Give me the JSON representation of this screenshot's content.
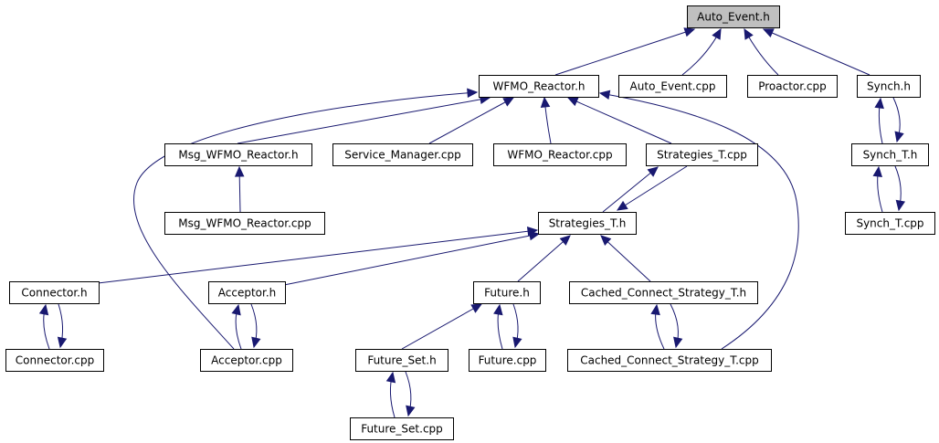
{
  "diagram": {
    "nodes": [
      {
        "id": "auto_event_h",
        "label": "Auto_Event.h",
        "highlight": true
      },
      {
        "id": "wfmo_reactor_h",
        "label": "WFMO_Reactor.h"
      },
      {
        "id": "auto_event_cpp",
        "label": "Auto_Event.cpp"
      },
      {
        "id": "proactor_cpp",
        "label": "Proactor.cpp"
      },
      {
        "id": "synch_h",
        "label": "Synch.h"
      },
      {
        "id": "msg_wfmo_reactor_h",
        "label": "Msg_WFMO_Reactor.h"
      },
      {
        "id": "service_manager_cpp",
        "label": "Service_Manager.cpp"
      },
      {
        "id": "wfmo_reactor_cpp",
        "label": "WFMO_Reactor.cpp"
      },
      {
        "id": "strategies_t_cpp",
        "label": "Strategies_T.cpp"
      },
      {
        "id": "synch_t_h",
        "label": "Synch_T.h"
      },
      {
        "id": "msg_wfmo_reactor_cpp",
        "label": "Msg_WFMO_Reactor.cpp"
      },
      {
        "id": "strategies_t_h",
        "label": "Strategies_T.h"
      },
      {
        "id": "synch_t_cpp",
        "label": "Synch_T.cpp"
      },
      {
        "id": "connector_h",
        "label": "Connector.h"
      },
      {
        "id": "acceptor_h",
        "label": "Acceptor.h"
      },
      {
        "id": "future_h",
        "label": "Future.h"
      },
      {
        "id": "cached_connect_strategy_t_h",
        "label": "Cached_Connect_Strategy_T.h"
      },
      {
        "id": "connector_cpp",
        "label": "Connector.cpp"
      },
      {
        "id": "acceptor_cpp",
        "label": "Acceptor.cpp"
      },
      {
        "id": "future_set_h",
        "label": "Future_Set.h"
      },
      {
        "id": "future_cpp",
        "label": "Future.cpp"
      },
      {
        "id": "cached_connect_strategy_t_cpp",
        "label": "Cached_Connect_Strategy_T.cpp"
      },
      {
        "id": "future_set_cpp",
        "label": "Future_Set.cpp"
      }
    ],
    "edges": [
      {
        "from": "wfmo_reactor_h",
        "to": "auto_event_h"
      },
      {
        "from": "auto_event_cpp",
        "to": "auto_event_h"
      },
      {
        "from": "proactor_cpp",
        "to": "auto_event_h"
      },
      {
        "from": "synch_h",
        "to": "auto_event_h"
      },
      {
        "from": "msg_wfmo_reactor_h",
        "to": "wfmo_reactor_h"
      },
      {
        "from": "service_manager_cpp",
        "to": "wfmo_reactor_h"
      },
      {
        "from": "wfmo_reactor_cpp",
        "to": "wfmo_reactor_h"
      },
      {
        "from": "strategies_t_cpp",
        "to": "wfmo_reactor_h"
      },
      {
        "from": "acceptor_cpp",
        "to": "wfmo_reactor_h"
      },
      {
        "from": "cached_connect_strategy_t_cpp",
        "to": "wfmo_reactor_h"
      },
      {
        "from": "msg_wfmo_reactor_cpp",
        "to": "msg_wfmo_reactor_h"
      },
      {
        "from": "synch_t_h",
        "to": "synch_h"
      },
      {
        "from": "synch_h",
        "to": "synch_t_h"
      },
      {
        "from": "synch_t_cpp",
        "to": "synch_t_h"
      },
      {
        "from": "synch_t_h",
        "to": "synch_t_cpp"
      },
      {
        "from": "strategies_t_h",
        "to": "strategies_t_cpp"
      },
      {
        "from": "strategies_t_cpp",
        "to": "strategies_t_h"
      },
      {
        "from": "connector_h",
        "to": "strategies_t_h"
      },
      {
        "from": "acceptor_h",
        "to": "strategies_t_h"
      },
      {
        "from": "future_h",
        "to": "strategies_t_h"
      },
      {
        "from": "cached_connect_strategy_t_h",
        "to": "strategies_t_h"
      },
      {
        "from": "connector_cpp",
        "to": "connector_h"
      },
      {
        "from": "connector_h",
        "to": "connector_cpp"
      },
      {
        "from": "acceptor_cpp",
        "to": "acceptor_h"
      },
      {
        "from": "acceptor_h",
        "to": "acceptor_cpp"
      },
      {
        "from": "future_set_h",
        "to": "future_h"
      },
      {
        "from": "future_cpp",
        "to": "future_h"
      },
      {
        "from": "future_h",
        "to": "future_cpp"
      },
      {
        "from": "cached_connect_strategy_t_cpp",
        "to": "cached_connect_strategy_t_h"
      },
      {
        "from": "cached_connect_strategy_t_h",
        "to": "cached_connect_strategy_t_cpp"
      },
      {
        "from": "future_set_cpp",
        "to": "future_set_h"
      },
      {
        "from": "future_set_h",
        "to": "future_set_cpp"
      }
    ],
    "colors": {
      "edge": "#191970",
      "node_border": "#000000",
      "node_fill": "#ffffff",
      "highlight_fill": "#bfbfbf"
    }
  }
}
